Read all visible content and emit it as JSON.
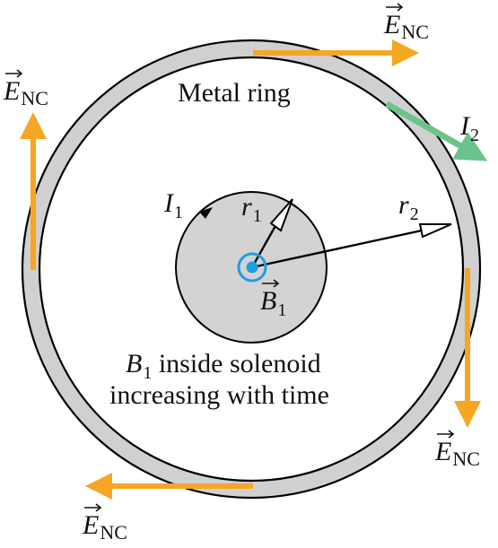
{
  "labels": {
    "ring": "Metal ring",
    "solenoid_line1": "B",
    "solenoid_line1_sub": "1",
    "solenoid_line1_rest": " inside solenoid",
    "solenoid_line2": "increasing with time",
    "enc_main": "E",
    "enc_sub": "NC",
    "i1_main": "I",
    "i1_sub": "1",
    "i2_main": "I",
    "i2_sub": "2",
    "r1_main": "r",
    "r1_sub": "1",
    "r2_main": "r",
    "r2_sub": "2",
    "b1_main": "B",
    "b1_sub": "1"
  },
  "colors": {
    "ring_fill": "#d0d0d0",
    "ring_stroke": "#000000",
    "solenoid_fill": "#d3d3d3",
    "field_arrow": "#f5a623",
    "current_arrow": "#6cc38a",
    "dot_symbol": "#1ea0e0",
    "text": "#111111"
  },
  "icons": {
    "field_out_of_page": "dot-in-circle"
  }
}
